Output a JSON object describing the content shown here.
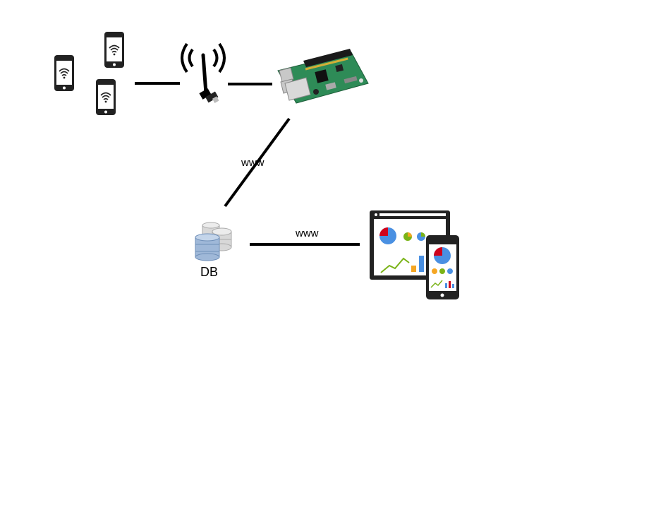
{
  "diagram": {
    "nodes": {
      "phones": {
        "icon": "smartphone-wifi-icon",
        "count": 3
      },
      "antenna": {
        "icon": "wifi-antenna-icon"
      },
      "board": {
        "icon": "raspberry-pi-board-icon"
      },
      "database": {
        "icon": "database-icon",
        "label": "DB"
      },
      "dashboard": {
        "icon": "dashboard-devices-icon"
      }
    },
    "edges": [
      {
        "from": "phones",
        "to": "antenna",
        "label": ""
      },
      {
        "from": "antenna",
        "to": "board",
        "label": ""
      },
      {
        "from": "board",
        "to": "database",
        "label": "www"
      },
      {
        "from": "database",
        "to": "dashboard",
        "label": "www"
      }
    ]
  },
  "colors": {
    "line": "#000000",
    "phone": "#222222",
    "pcb": "#2e8b57",
    "db_blue": "#9fb8d8",
    "db_gray": "#d8d8d8",
    "chart_red": "#d0021b",
    "chart_blue": "#4a90e2",
    "chart_green": "#7ab317",
    "chart_orange": "#f5a623"
  }
}
